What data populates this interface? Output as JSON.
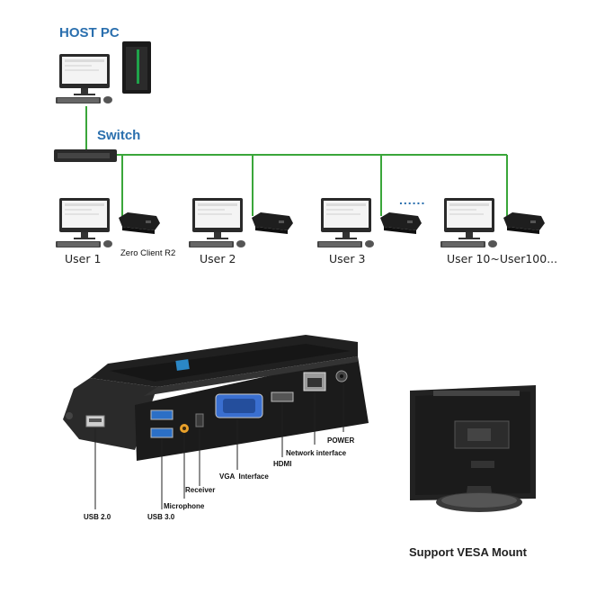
{
  "network": {
    "host_label": "HOST PC",
    "switch_label": "Switch",
    "zero_client_label": "Zero Client R2",
    "ellipsis": "......",
    "users": [
      "User 1",
      "User 2",
      "User 3",
      "User 10~User100..."
    ],
    "line_color": "#3aa63a",
    "label_color": "#2a6fae"
  },
  "device": {
    "ports": {
      "usb2": "USB 2.0",
      "usb3": "USB 3.0",
      "microphone": "Microphone",
      "receiver": "Receiver",
      "vga": "VGA  Interface",
      "hdmi": "HDMI",
      "network": "Network interface",
      "power": "POWER"
    }
  },
  "vesa": {
    "caption": "Support VESA Mount"
  }
}
